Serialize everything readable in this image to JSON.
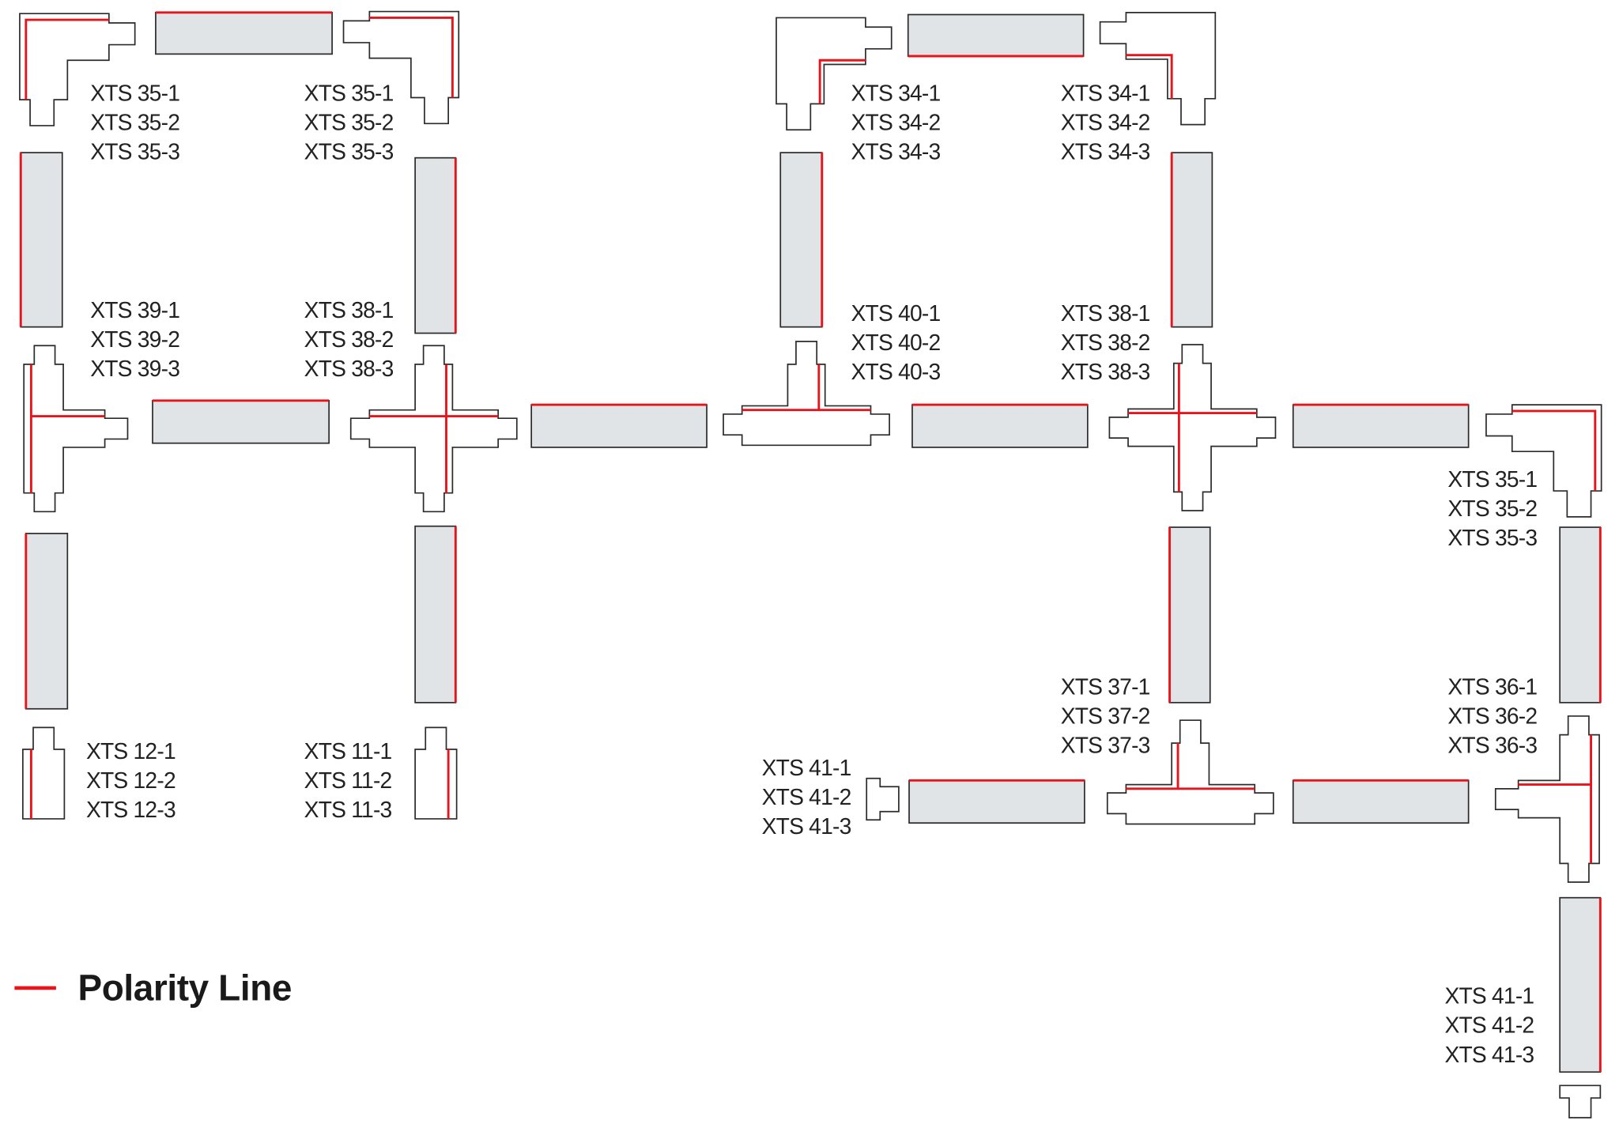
{
  "legend": {
    "label": "Polarity Line"
  },
  "colors": {
    "polarity": "#e8141b",
    "rail_fill": "#e1e4e6",
    "outline": "#2b2b2b"
  },
  "labels": [
    {
      "lines": [
        "XTS 35-1",
        "XTS 35-2",
        "XTS 35-3"
      ]
    },
    {
      "lines": [
        "XTS 35-1",
        "XTS 35-2",
        "XTS 35-3"
      ]
    },
    {
      "lines": [
        "XTS 39-1",
        "XTS 39-2",
        "XTS 39-3"
      ]
    },
    {
      "lines": [
        "XTS 38-1",
        "XTS 38-2",
        "XTS 38-3"
      ]
    },
    {
      "lines": [
        "XTS 12-1",
        "XTS 12-2",
        "XTS 12-3"
      ]
    },
    {
      "lines": [
        "XTS 11-1",
        "XTS 11-2",
        "XTS 11-3"
      ]
    },
    {
      "lines": [
        "XTS 34-1",
        "XTS 34-2",
        "XTS 34-3"
      ]
    },
    {
      "lines": [
        "XTS 34-1",
        "XTS 34-2",
        "XTS 34-3"
      ]
    },
    {
      "lines": [
        "XTS 40-1",
        "XTS 40-2",
        "XTS 40-3"
      ]
    },
    {
      "lines": [
        "XTS 38-1",
        "XTS 38-2",
        "XTS 38-3"
      ]
    },
    {
      "lines": [
        "XTS 35-1",
        "XTS 35-2",
        "XTS 35-3"
      ]
    },
    {
      "lines": [
        "XTS 37-1",
        "XTS 37-2",
        "XTS 37-3"
      ]
    },
    {
      "lines": [
        "XTS 36-1",
        "XTS 36-2",
        "XTS 36-3"
      ]
    },
    {
      "lines": [
        "XTS 41-1",
        "XTS 41-2",
        "XTS 41-3"
      ]
    },
    {
      "lines": [
        "XTS 41-1",
        "XTS 41-2",
        "XTS 41-3"
      ]
    }
  ]
}
